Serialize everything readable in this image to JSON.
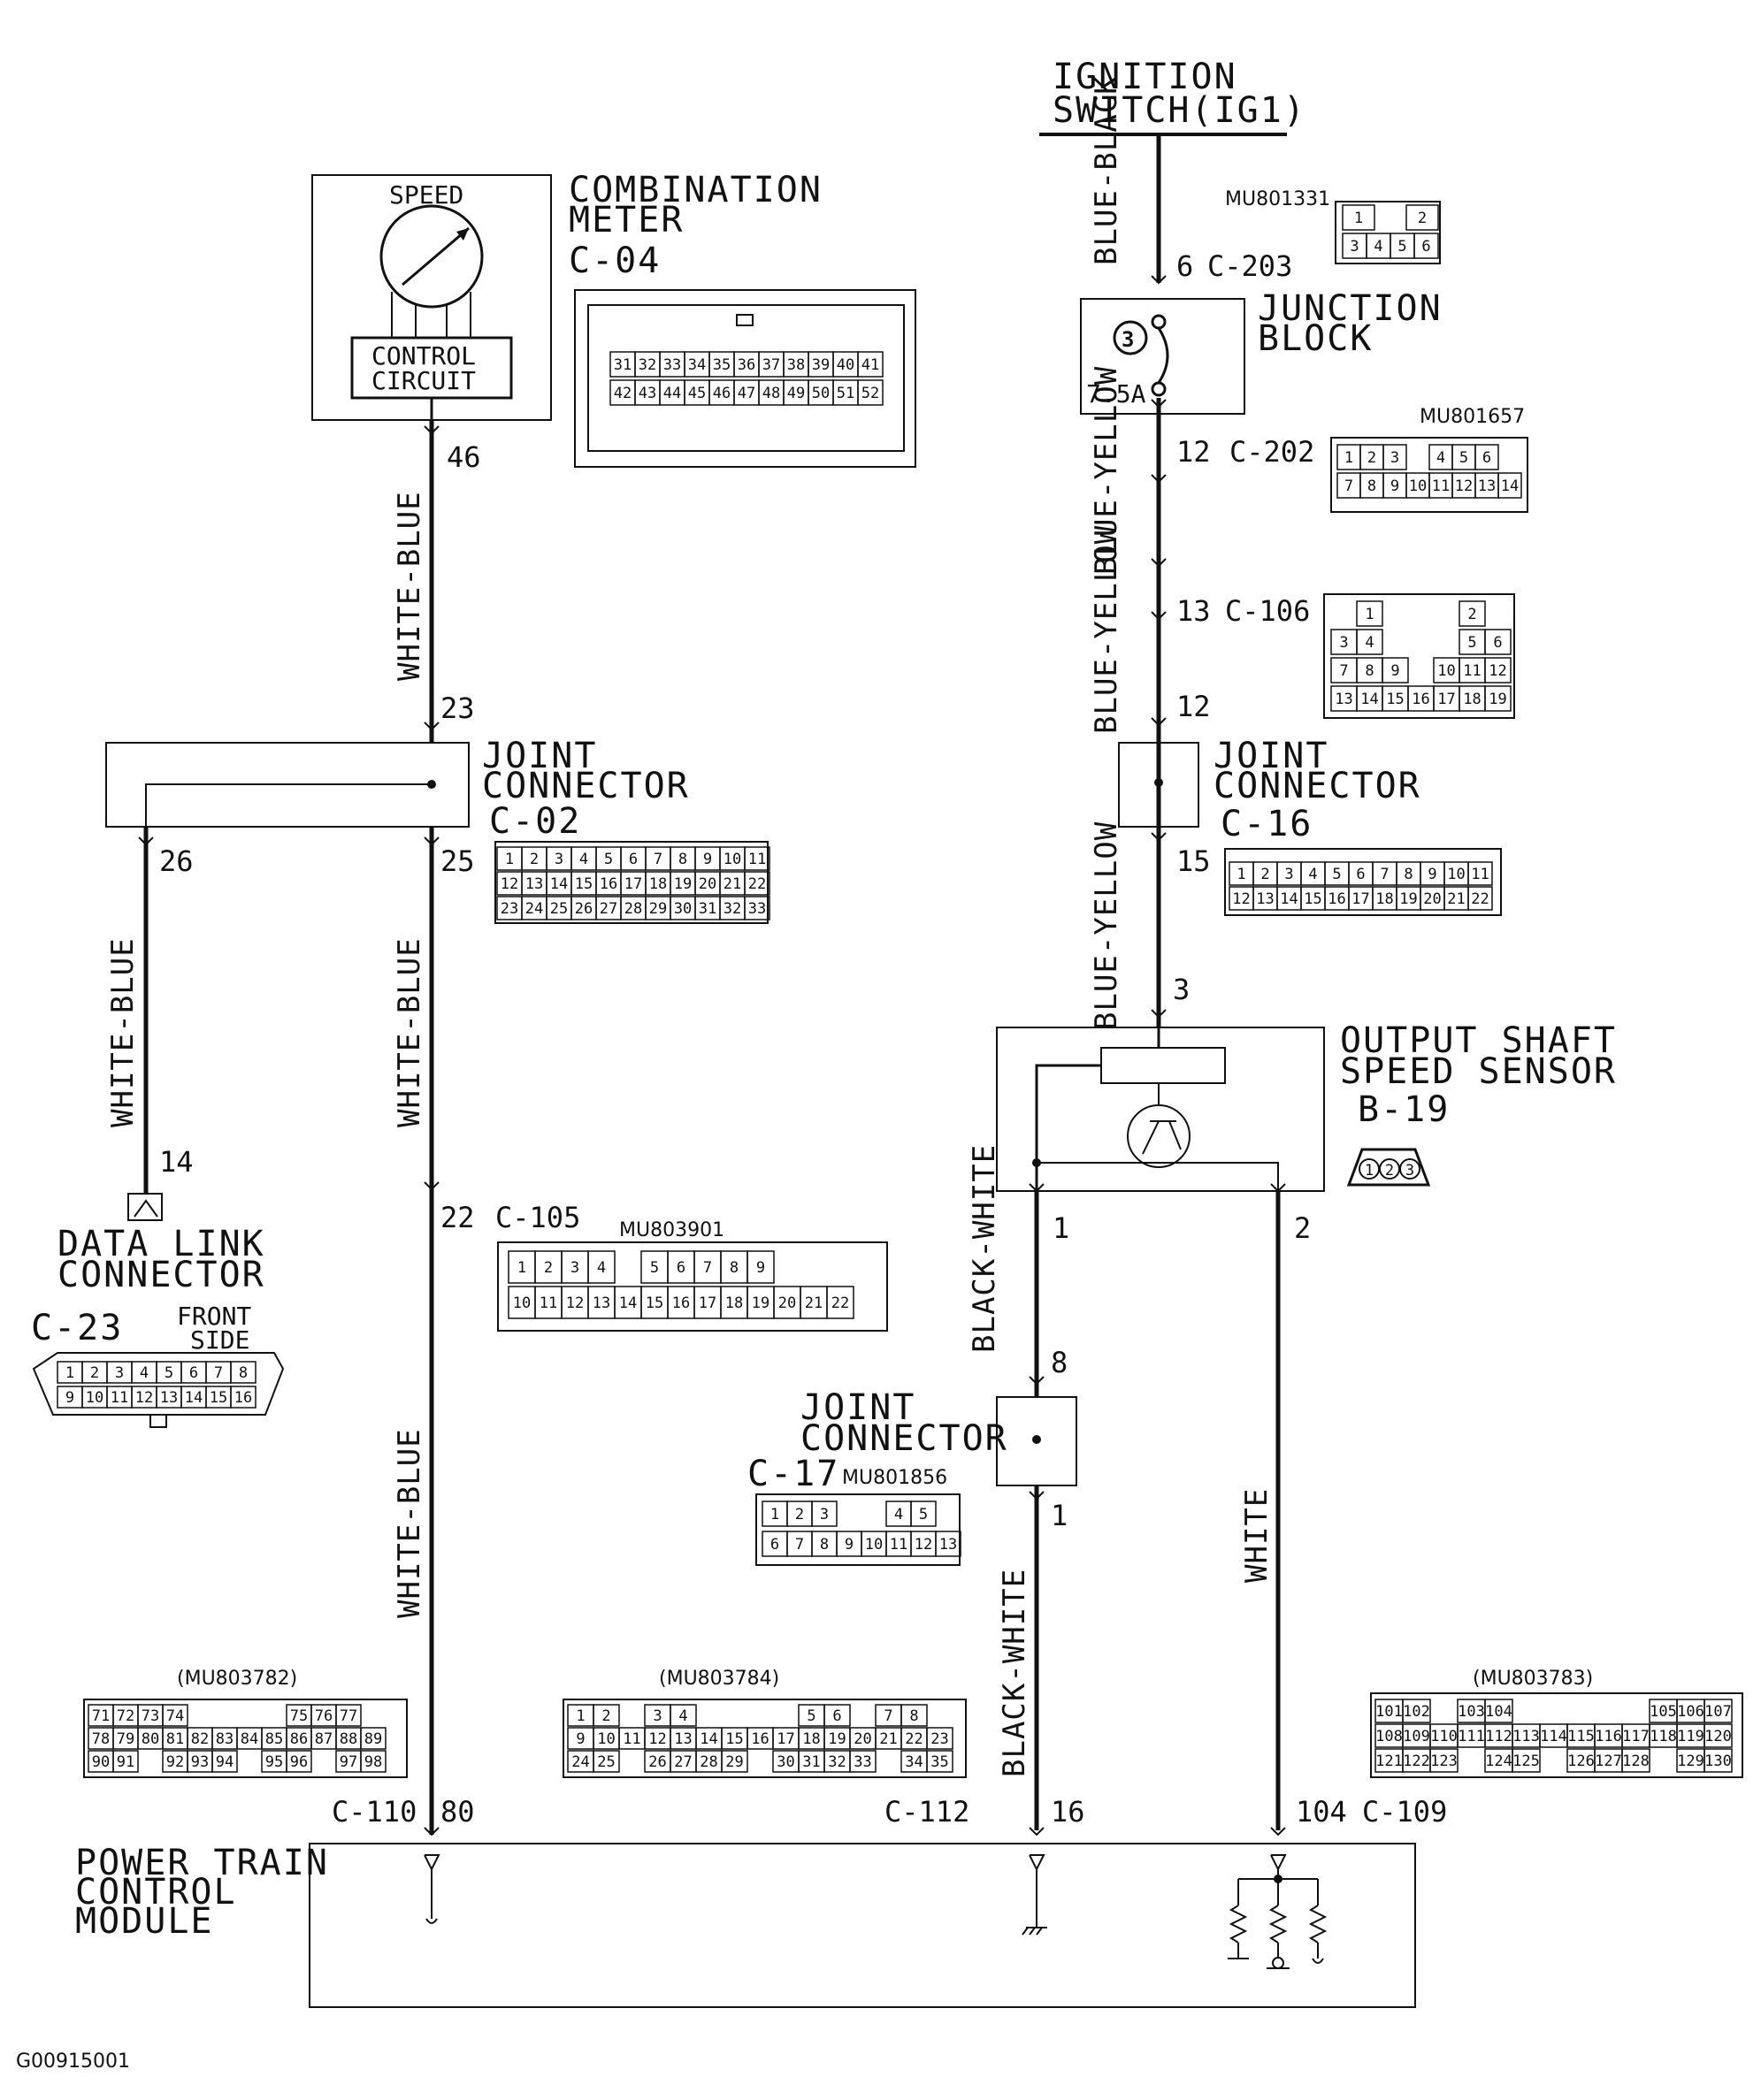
{
  "ignition": {
    "line1": "IGNITION",
    "line2": "SWITCH(IG1)"
  },
  "combination_meter": {
    "speed_label": "SPEED",
    "control_line1": "CONTROL",
    "control_line2": "CIRCUIT",
    "title_line1": "COMBINATION",
    "title_line2": "METER",
    "code": "C-04",
    "row1": [
      "31",
      "32",
      "33",
      "34",
      "35",
      "36",
      "37",
      "38",
      "39",
      "40",
      "41"
    ],
    "row2": [
      "42",
      "43",
      "44",
      "45",
      "46",
      "47",
      "48",
      "49",
      "50",
      "51",
      "52"
    ]
  },
  "junction_block": {
    "title_line1": "JUNCTION",
    "title_line2": "BLOCK",
    "fuse_no": "3",
    "fuse_rating": "7.5A"
  },
  "joint_c02": {
    "line1": "JOINT",
    "line2": "CONNECTOR",
    "code": "C-02",
    "row1": [
      "1",
      "2",
      "3",
      "4",
      "5",
      "6",
      "7",
      "8",
      "9",
      "10",
      "11"
    ],
    "row2": [
      "12",
      "13",
      "14",
      "15",
      "16",
      "17",
      "18",
      "19",
      "20",
      "21",
      "22"
    ],
    "row3": [
      "23",
      "24",
      "25",
      "26",
      "27",
      "28",
      "29",
      "30",
      "31",
      "32",
      "33"
    ]
  },
  "joint_c16": {
    "line1": "JOINT",
    "line2": "CONNECTOR",
    "code": "C-16",
    "row1": [
      "1",
      "2",
      "3",
      "4",
      "5",
      "6",
      "7",
      "8",
      "9",
      "10",
      "11"
    ],
    "row2": [
      "12",
      "13",
      "14",
      "15",
      "16",
      "17",
      "18",
      "19",
      "20",
      "21",
      "22"
    ]
  },
  "joint_c17": {
    "line1": "JOINT",
    "line2": "CONNECTOR",
    "code": "C-17",
    "part": "MU801856",
    "row1": [
      "1",
      "2",
      "3",
      "",
      "",
      "4",
      "5"
    ],
    "row2": [
      "6",
      "7",
      "8",
      "9",
      "10",
      "11",
      "12",
      "13"
    ]
  },
  "output_sensor": {
    "line1": "OUTPUT SHAFT",
    "line2": "SPEED SENSOR",
    "code": "B-19",
    "pins": [
      "1",
      "2",
      "3"
    ]
  },
  "dlc": {
    "line1": "DATA LINK",
    "line2": "CONNECTOR",
    "code": "C-23",
    "front1": "FRONT",
    "front2": "SIDE",
    "row1": [
      "1",
      "2",
      "3",
      "4",
      "5",
      "6",
      "7",
      "8"
    ],
    "row2": [
      "9",
      "10",
      "11",
      "12",
      "13",
      "14",
      "15",
      "16"
    ]
  },
  "pcm": {
    "line1": "POWER TRAIN",
    "line2": "CONTROL",
    "line3": "MODULE"
  },
  "connectors": {
    "c203": {
      "pin": "6",
      "code": "C-203",
      "part": "MU801331",
      "row1": [
        "1",
        "",
        "2"
      ],
      "row2": [
        "3",
        "4",
        "5",
        "6"
      ]
    },
    "c202": {
      "pin": "12",
      "code": "C-202",
      "part": "MU801657",
      "row1": [
        "1",
        "2",
        "3",
        "",
        "4",
        "5",
        "6"
      ],
      "row2": [
        "7",
        "8",
        "9",
        "10",
        "11",
        "12",
        "13",
        "14"
      ]
    },
    "c106": {
      "pin": "13",
      "code": "C-106",
      "rows": [
        [
          "",
          "1",
          "",
          "",
          "",
          "2",
          ""
        ],
        [
          "3",
          "4",
          "",
          "",
          "",
          "5",
          "6"
        ],
        [
          "7",
          "8",
          "9",
          "",
          "10",
          "11",
          "12"
        ],
        [
          "13",
          "14",
          "15",
          "16",
          "17",
          "18",
          "19"
        ]
      ]
    },
    "c105": {
      "pin": "22",
      "code": "C-105",
      "part": "MU803901",
      "row1": [
        "1",
        "2",
        "3",
        "4",
        "",
        "5",
        "6",
        "7",
        "8",
        "9"
      ],
      "row2": [
        "10",
        "11",
        "12",
        "13",
        "14",
        "15",
        "16",
        "17",
        "18",
        "19",
        "20",
        "21",
        "22"
      ]
    },
    "c110": {
      "pin": "80",
      "code": "C-110",
      "part": "(MU803782)",
      "row1": [
        "71",
        "72",
        "73",
        "74",
        "",
        "",
        "",
        "",
        "75",
        "76",
        "77"
      ],
      "row2": [
        "78",
        "79",
        "80",
        "81",
        "82",
        "83",
        "84",
        "85",
        "86",
        "87",
        "88",
        "89"
      ],
      "row3": [
        "90",
        "91",
        "",
        "92",
        "93",
        "94",
        "",
        "95",
        "96",
        "",
        "97",
        "98"
      ]
    },
    "c112": {
      "pin": "16",
      "code": "C-112",
      "part": "(MU803784)",
      "row1": [
        "1",
        "2",
        "",
        "3",
        "4",
        "",
        "",
        "",
        "",
        "5",
        "6",
        "",
        "7",
        "8"
      ],
      "row2": [
        "9",
        "10",
        "11",
        "12",
        "13",
        "14",
        "15",
        "16",
        "17",
        "18",
        "19",
        "20",
        "21",
        "22",
        "23"
      ],
      "row3": [
        "24",
        "25",
        "",
        "26",
        "27",
        "28",
        "29",
        "",
        "30",
        "31",
        "32",
        "33",
        "",
        "34",
        "35"
      ]
    },
    "c109": {
      "pin": "104",
      "code": "C-109",
      "part": "(MU803783)",
      "row1": [
        "101",
        "102",
        "",
        "103",
        "104",
        "",
        "",
        "",
        "",
        "",
        "105",
        "106",
        "107"
      ],
      "row2": [
        "108",
        "109",
        "110",
        "111",
        "112",
        "113",
        "114",
        "115",
        "116",
        "117",
        "118",
        "119",
        "120"
      ],
      "row3": [
        "121",
        "122",
        "123",
        "",
        "124",
        "125",
        "",
        "126",
        "127",
        "128",
        "",
        "129",
        "130"
      ]
    }
  },
  "wires": {
    "blue_black": "BLUE-BLACK",
    "blue_yellow": "BLUE-YELLOW",
    "white_blue": "WHITE-BLUE",
    "black_white": "BLACK-WHITE",
    "white": "WHITE"
  },
  "pins": {
    "meter_46": "46",
    "c02_23": "23",
    "c02_26": "26",
    "c02_25": "25",
    "dlc_14": "14",
    "c16_12": "12",
    "c16_15": "15",
    "sensor_3": "3",
    "sensor_1": "1",
    "sensor_2": "2",
    "c17_8": "8",
    "c17_1": "1"
  },
  "figure_id": "G00915001"
}
